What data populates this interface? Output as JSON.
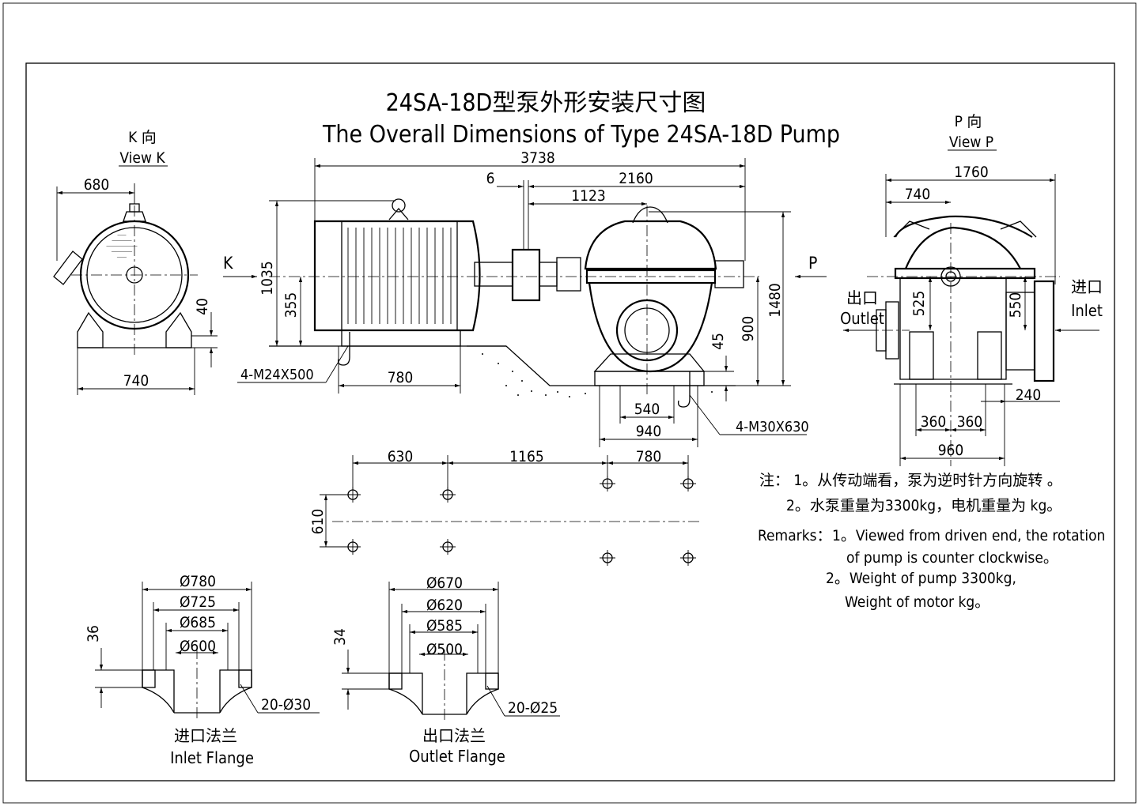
{
  "title": {
    "cn": "24SA-18D型泵外形安装尺寸图",
    "en": "The Overall Dimensions of Type 24SA-18D Pump"
  },
  "view_k": {
    "label_cn": "K 向",
    "label_en": "View K",
    "dims": {
      "top": "680",
      "bottom": "740",
      "side": "40"
    },
    "arrow_label": "K"
  },
  "view_p": {
    "label_cn": "P 向",
    "label_en": "View P",
    "arrow_label": "P",
    "dims": {
      "width": "1760",
      "left": "740",
      "h525": "525",
      "h550": "550",
      "d240": "240",
      "d360a": "360",
      "d360b": "360",
      "d960": "960"
    },
    "outlet_cn": "出口",
    "outlet_en": "Outlet",
    "inlet_cn": "进口",
    "inlet_en": "Inlet"
  },
  "main_view": {
    "dims": {
      "overall": "3738",
      "gap": "6",
      "d2160": "2160",
      "d1123": "1123",
      "h1035": "1035",
      "h355": "355",
      "h1480": "1480",
      "h900": "900",
      "h45": "45",
      "d780": "780",
      "d540": "540",
      "d940": "940"
    },
    "bolt_left": "4-M24X500",
    "bolt_right": "4-M30X630"
  },
  "foundation": {
    "dims": {
      "d630": "630",
      "d1165": "1165",
      "d780": "780",
      "d610": "610"
    }
  },
  "inlet_flange": {
    "diameters": [
      "Ø780",
      "Ø725",
      "Ø685",
      "Ø600"
    ],
    "thickness": "36",
    "holes": "20-Ø30",
    "label_cn": "进口法兰",
    "label_en": "Inlet Flange"
  },
  "outlet_flange": {
    "diameters": [
      "Ø670",
      "Ø620",
      "Ø585",
      "Ø500"
    ],
    "thickness": "34",
    "holes": "20-Ø25",
    "label_cn": "出口法兰",
    "label_en": "Outlet Flange"
  },
  "notes": {
    "cn_1": "注：  1。从传动端看，泵为逆时针方向旋转  。",
    "cn_2": "2。水泵重量为3300kg，电机重量为    kg。",
    "en_prefix": "Remarks：",
    "en_1a": "1。Viewed from driven end, the rotation",
    "en_1b": "of pump is counter clockwise。",
    "en_2a": "2。Weight of pump 3300kg,",
    "en_2b": "Weight of motor    kg。"
  }
}
